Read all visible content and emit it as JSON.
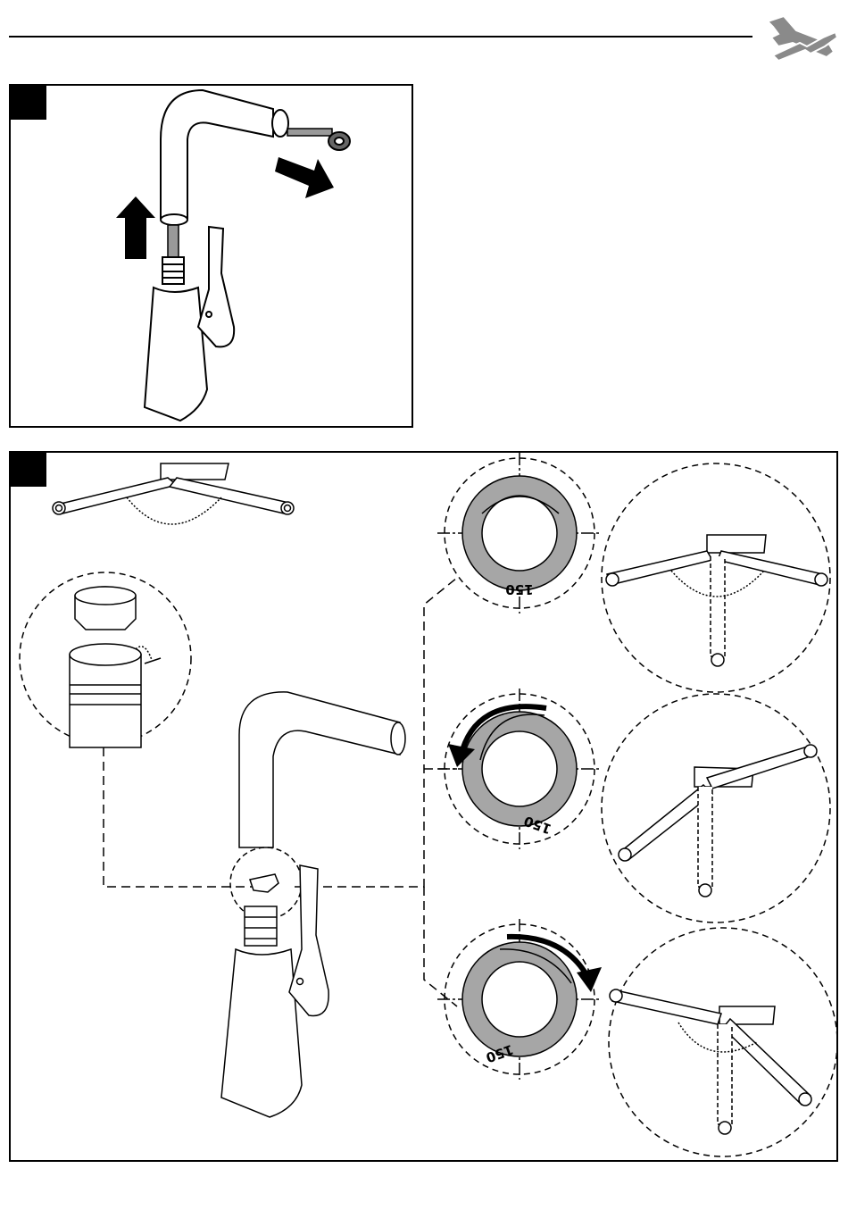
{
  "figure": {
    "ring_labels": {
      "top": "150",
      "middle": "150",
      "bottom": "150"
    }
  },
  "colors": {
    "line": "#000000",
    "ring_fill": "#a6a6a6",
    "hose": "#999999"
  },
  "icons": [
    "wrench-screwdriver-icon",
    "up-arrow-icon",
    "right-arrow-icon",
    "rotate-left-arrow-icon",
    "rotate-right-arrow-icon"
  ]
}
